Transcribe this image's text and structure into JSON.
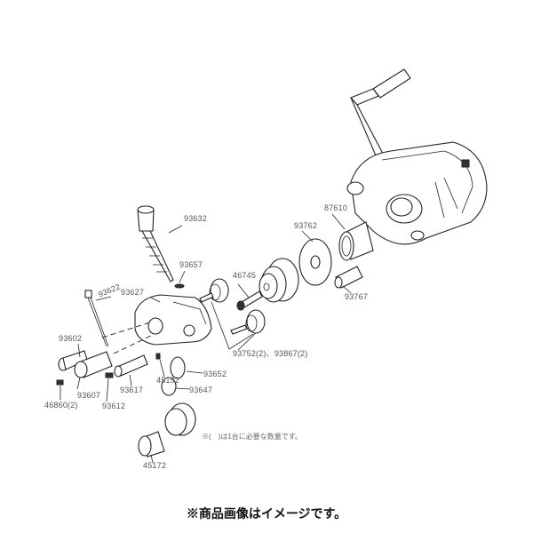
{
  "parts": {
    "p93632": "93632",
    "p93657": "93657",
    "p93622": "93622",
    "p93627": "93627",
    "p93602": "93602",
    "p93607": "93607",
    "p93612": "93612",
    "p93617": "93617",
    "p45192": "45192",
    "p93652": "93652",
    "p93647": "93647",
    "p46860": "46860(2)",
    "p45172": "45172",
    "p46745": "46745",
    "p93752": "93752(2)、93867(2)",
    "p93762": "93762",
    "p87610": "87610",
    "p93767": "93767"
  },
  "note": "※(　)は1台に必要な数量です。",
  "caption": "※商品画像はイメージです。"
}
